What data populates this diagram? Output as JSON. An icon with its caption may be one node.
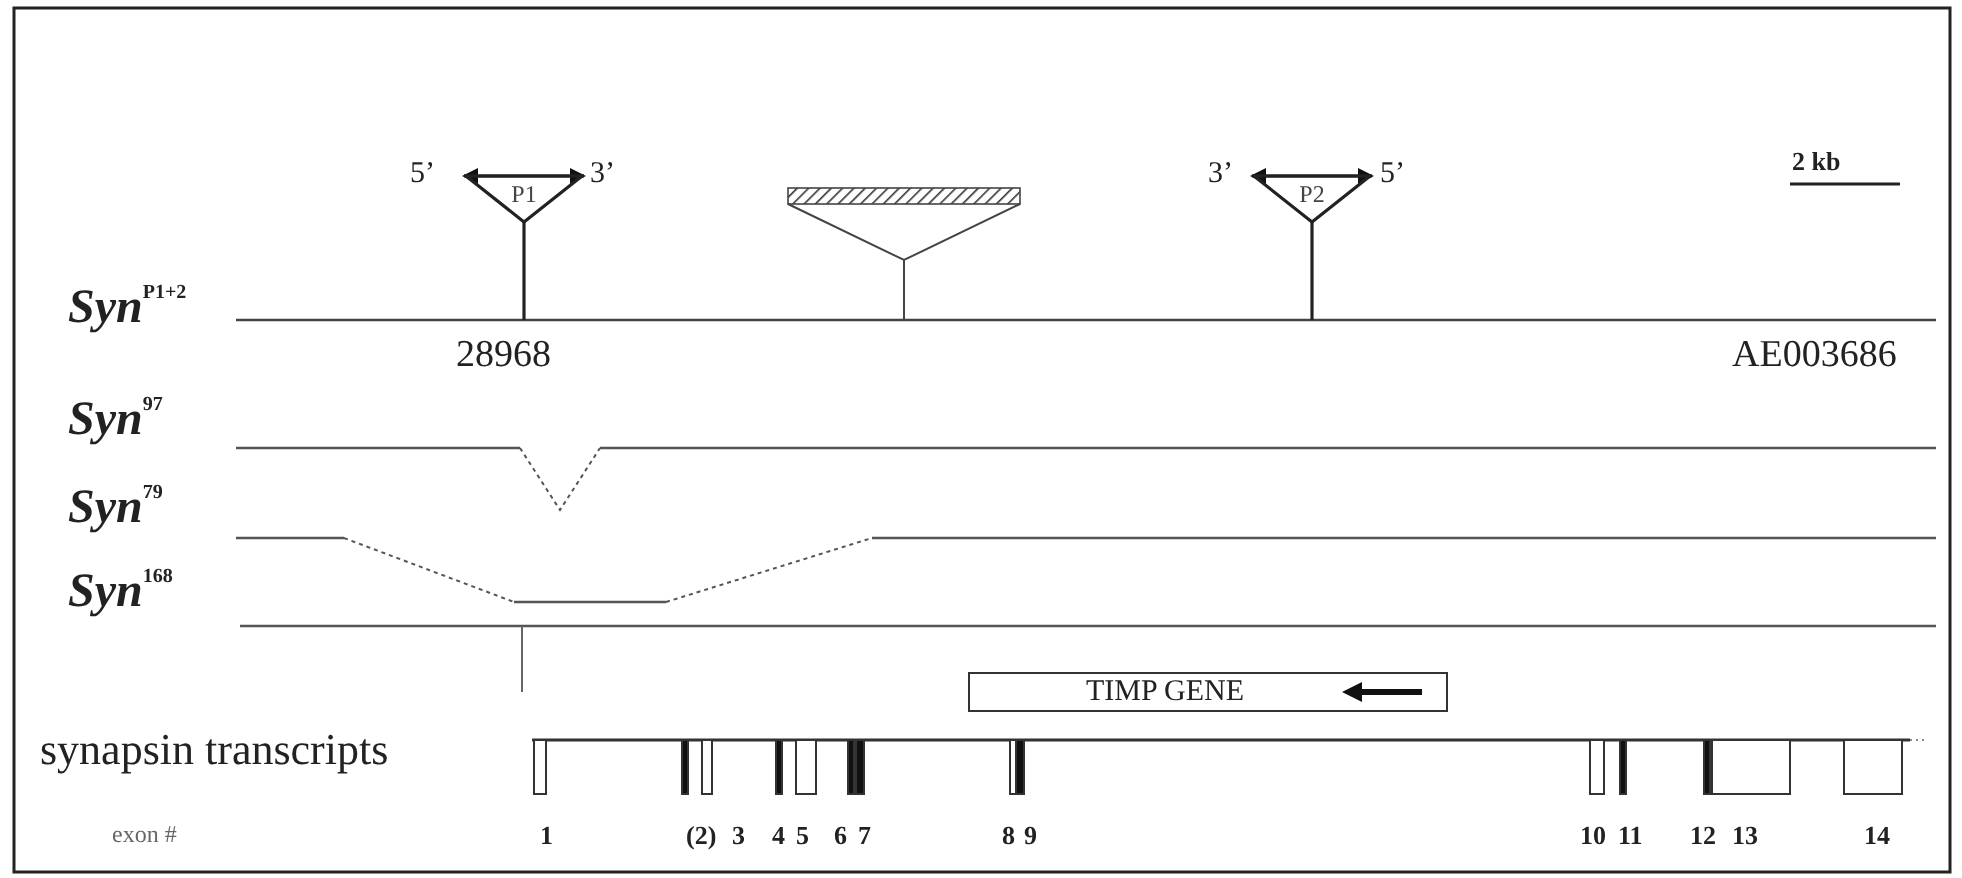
{
  "diagram": {
    "nodes": [
      {
        "text": [
          "P1"
        ]
      },
      {
        "text": [
          "P2"
        ]
      },
      {
        "text": [
          "TIMP GENE"
        ]
      }
    ],
    "labels": [
      "5’",
      "3’",
      "3’",
      "5’",
      "2 kb",
      "Syn$^{P1+2}$",
      "28968",
      "AE003686",
      "Syn$^{97}$",
      "Syn$^{79}$",
      "Syn$^{168}$",
      "synapsin transcripts",
      "exon #",
      "1",
      "(2)",
      "3",
      "4",
      "5",
      "6",
      "7",
      "8",
      "9",
      "10",
      "11",
      "12",
      "13",
      "14"
    ]
  }
}
